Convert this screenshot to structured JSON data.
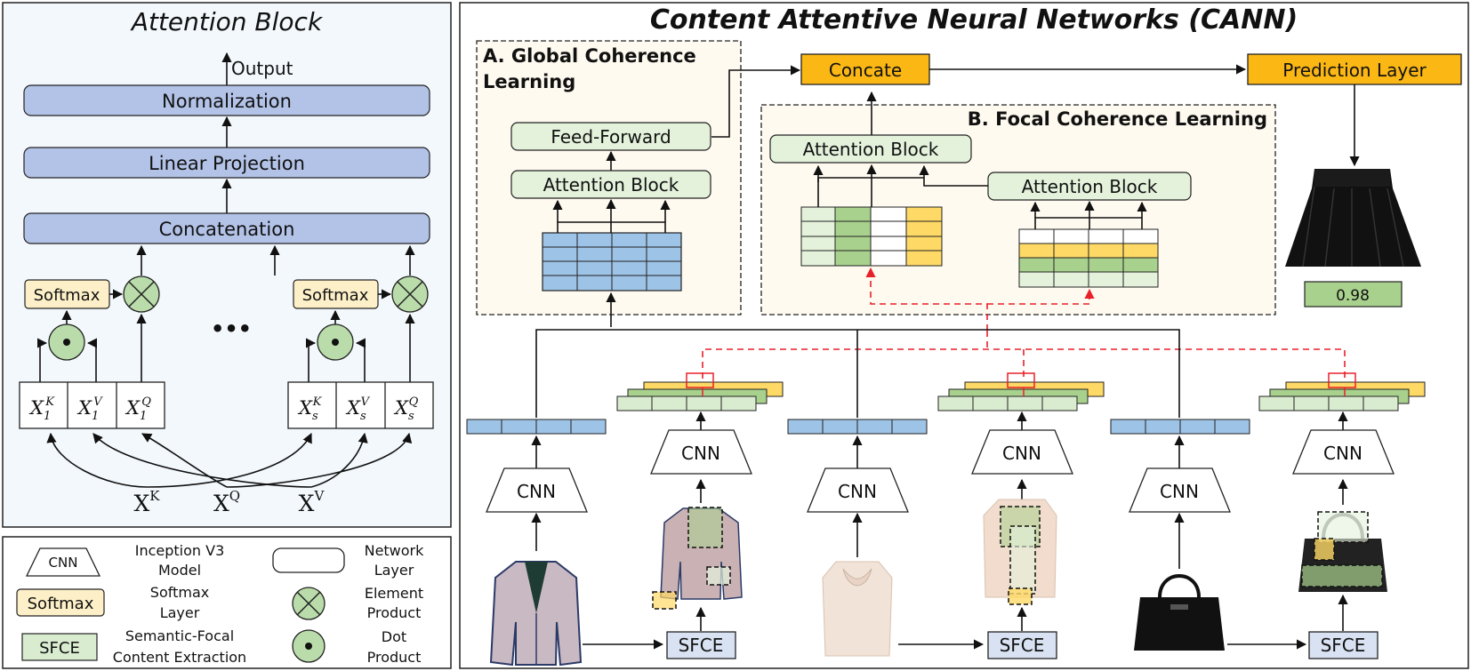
{
  "attention_panel": {
    "title": "Attention Block",
    "output_label": "Output",
    "normalization": "Normalization",
    "linear_projection": "Linear Projection",
    "concatenation": "Concatenation",
    "softmax_1": "Softmax",
    "softmax_2": "Softmax",
    "ellipsis": "•••",
    "cells_left": [
      {
        "base": "X",
        "sub": "1",
        "sup": "K"
      },
      {
        "base": "X",
        "sub": "1",
        "sup": "V"
      },
      {
        "base": "X",
        "sub": "1",
        "sup": "Q"
      }
    ],
    "cells_right": [
      {
        "base": "X",
        "sub": "s",
        "sup": "K"
      },
      {
        "base": "X",
        "sub": "s",
        "sup": "V"
      },
      {
        "base": "X",
        "sub": "s",
        "sup": "Q"
      }
    ],
    "inputs": [
      {
        "base": "X",
        "sup": "K"
      },
      {
        "base": "X",
        "sup": "Q"
      },
      {
        "base": "X",
        "sup": "V"
      }
    ]
  },
  "legend": {
    "cnn_icon_label": "CNN",
    "cnn_desc_1": "Inception V3",
    "cnn_desc_2": "Model",
    "softmax_icon_label": "Softmax",
    "softmax_desc_1": "Softmax",
    "softmax_desc_2": "Layer",
    "sfce_icon_label": "SFCE",
    "sfce_desc_1": "Semantic-Focal",
    "sfce_desc_2": "Content Extraction",
    "network_desc_1": "Network",
    "network_desc_2": "Layer",
    "element_desc_1": "Element",
    "element_desc_2": "Product",
    "dot_desc_1": "Dot",
    "dot_desc_2": "Product"
  },
  "cann_panel": {
    "title": "Content Attentive Neural Networks (CANN)",
    "global_title_1": "A. Global Coherence",
    "global_title_2": "Learning",
    "focal_title": "B. Focal Coherence Learning",
    "feed_forward": "Feed-Forward",
    "attention_global": "Attention Block",
    "attention_focal_left": "Attention Block",
    "attention_focal_right": "Attention Block",
    "concate": "Concate",
    "prediction_layer": "Prediction Layer",
    "score": "0.98",
    "cnn_labels": [
      "CNN",
      "CNN",
      "CNN",
      "CNN",
      "CNN",
      "CNN"
    ],
    "sfce_labels": [
      "SFCE",
      "SFCE",
      "SFCE"
    ]
  },
  "colors": {
    "attention_bg": "#f3f8fc",
    "blue_box": "#b3c3e8",
    "softmax": "#fdf0c8",
    "green_circle": "#b9dcaa",
    "green_node": "#e4f2dc",
    "concate_orange": "#fbb714",
    "panel_cream": "#fffaf0",
    "sfce_box": "#d9e2f2",
    "feature_blue": "#9dc3e6",
    "feature_green": "#a9d18e",
    "feature_yellow": "#ffd966",
    "score_green": "#a9d18e",
    "dashed_red": "#e8202a"
  }
}
